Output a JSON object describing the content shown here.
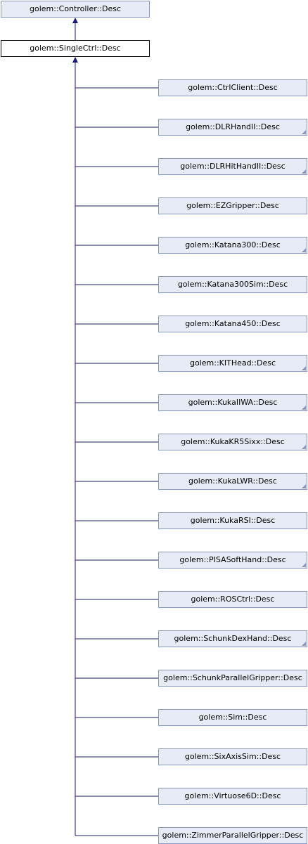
{
  "diagram": {
    "base": {
      "label": "golem::Controller::Desc"
    },
    "current": {
      "label": "golem::SingleCtrl::Desc"
    },
    "children": [
      {
        "label": "golem::CtrlClient::Desc",
        "has_more": false
      },
      {
        "label": "golem::DLRHandII::Desc",
        "has_more": true
      },
      {
        "label": "golem::DLRHitHandII::Desc",
        "has_more": true
      },
      {
        "label": "golem::EZGripper::Desc",
        "has_more": false
      },
      {
        "label": "golem::Katana300::Desc",
        "has_more": true
      },
      {
        "label": "golem::Katana300Sim::Desc",
        "has_more": false
      },
      {
        "label": "golem::Katana450::Desc",
        "has_more": false
      },
      {
        "label": "golem::KITHead::Desc",
        "has_more": true
      },
      {
        "label": "golem::KukaIIWA::Desc",
        "has_more": true
      },
      {
        "label": "golem::KukaKR5Sixx::Desc",
        "has_more": true
      },
      {
        "label": "golem::KukaLWR::Desc",
        "has_more": true
      },
      {
        "label": "golem::KukaRSI::Desc",
        "has_more": false
      },
      {
        "label": "golem::PISASoftHand::Desc",
        "has_more": true
      },
      {
        "label": "golem::ROSCtrl::Desc",
        "has_more": false
      },
      {
        "label": "golem::SchunkDexHand::Desc",
        "has_more": true
      },
      {
        "label": "golem::SchunkParallelGripper::Desc",
        "has_more": false
      },
      {
        "label": "golem::Sim::Desc",
        "has_more": false
      },
      {
        "label": "golem::SixAxisSim::Desc",
        "has_more": false
      },
      {
        "label": "golem::Virtuose6D::Desc",
        "has_more": false
      },
      {
        "label": "golem::ZimmerParallelGripper::Desc",
        "has_more": false
      }
    ]
  },
  "colors": {
    "node_fill": "#e7ebf5",
    "node_border": "#8b99c2",
    "edge": "#191970",
    "current_border": "#000000"
  }
}
